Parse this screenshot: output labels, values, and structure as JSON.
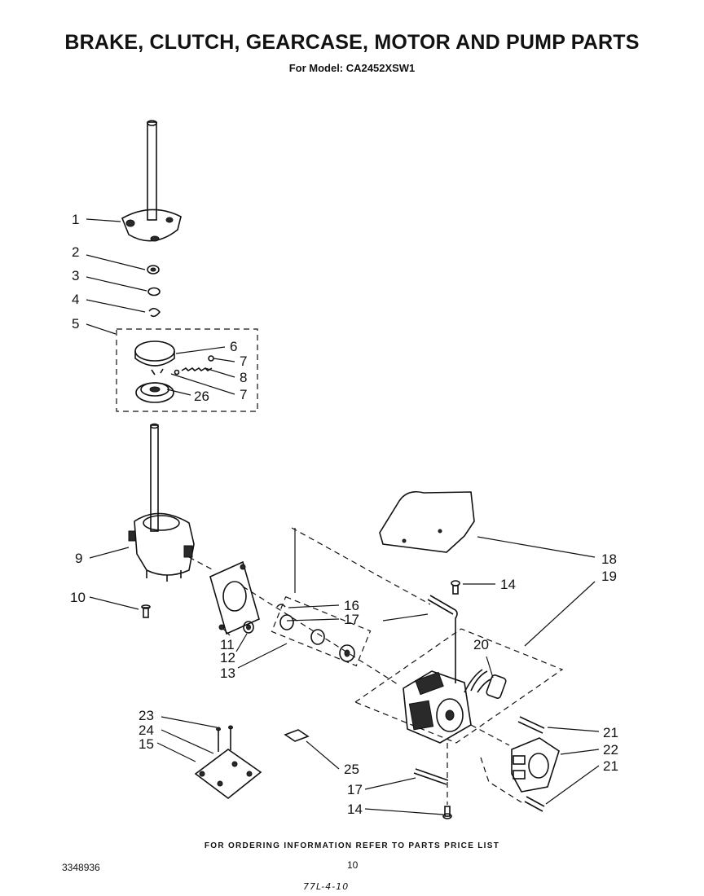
{
  "header": {
    "title": "BRAKE, CLUTCH, GEARCASE, MOTOR AND PUMP PARTS",
    "model_line": "For Model: CA2452XSW1"
  },
  "footer": {
    "ordering_info": "FOR ORDERING INFORMATION REFER TO PARTS PRICE LIST",
    "document_number": "3348936",
    "page_number": "10",
    "handwritten_note": "77L-4-10"
  },
  "callouts": [
    "1",
    "2",
    "3",
    "4",
    "5",
    "6",
    "7",
    "8",
    "7",
    "26",
    "9",
    "10",
    "16",
    "17",
    "11",
    "12",
    "13",
    "14",
    "18",
    "19",
    "20",
    "21",
    "22",
    "21",
    "23",
    "24",
    "15",
    "25",
    "17",
    "14"
  ]
}
